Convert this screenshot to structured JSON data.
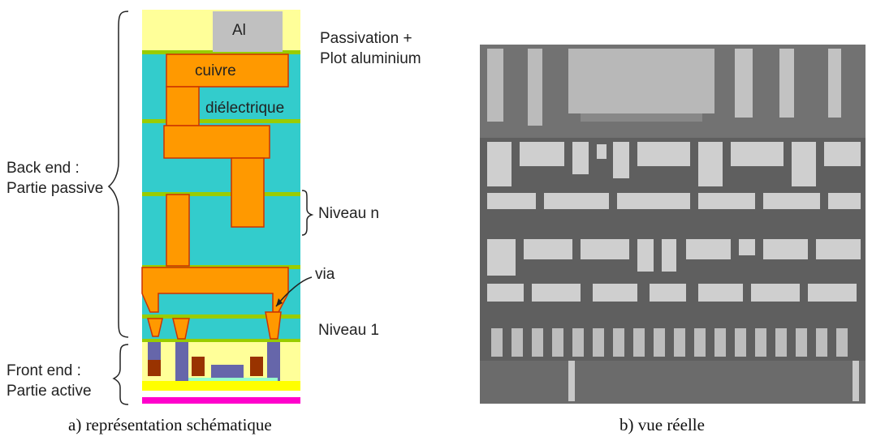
{
  "schematic": {
    "labels": {
      "al": "Al",
      "cuivre": "cuivre",
      "dielectrique": "diélectrique",
      "passivation_line1": "Passivation +",
      "passivation_line2": "Plot aluminium",
      "back_end_line1": "Back end :",
      "back_end_line2": "Partie passive",
      "niveau_n": "Niveau n",
      "via": "via",
      "niveau_1": "Niveau 1",
      "front_end_line1": "Front end :",
      "front_end_line2": "Partie active"
    },
    "colors": {
      "passivation": "#ffff99",
      "dielectric": "#33cccc",
      "copper": "#ff9900",
      "copper_outline": "#cc3300",
      "barrier_line": "#99cc00",
      "aluminium": "#c0c0c0",
      "tungsten": "#6666aa",
      "contact_brown": "#993300",
      "substrate_magenta": "#ff00cc",
      "active_yellow": "#ffff00",
      "active_green": "#99ffcc"
    }
  },
  "captions": {
    "left": "a) représentation schématique",
    "right": "b) vue réelle"
  }
}
